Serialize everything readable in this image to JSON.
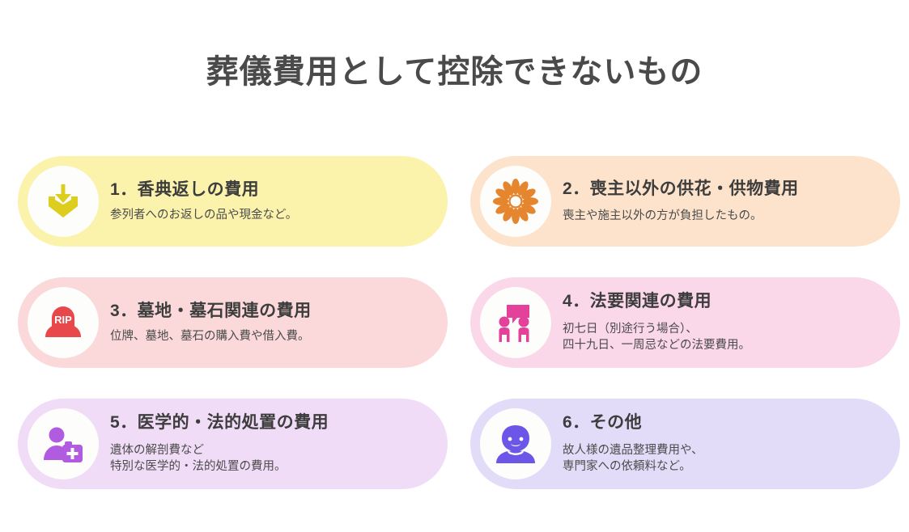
{
  "header": {
    "title": "葬儀費用として控除できないもの",
    "title_color": "#4a4a4a"
  },
  "cards": [
    {
      "number": "1.",
      "title": "1．香典返しの費用",
      "description": "参列者へのお返しの品や現金など。",
      "icon": "box-with-down-arrow-icon",
      "card_color": "#fbf2ac",
      "icon_color": "#ddcd1f",
      "badge_color": "#fdfdfb"
    },
    {
      "number": "2.",
      "title": "2．喪主以外の供花・供物費用",
      "description": "喪主や施主以外の方が負担したもの。",
      "icon": "chrysanthemum-flower-icon",
      "card_color": "#fde3cb",
      "icon_color": "#e5862f",
      "badge_color": "#fdfdfb"
    },
    {
      "number": "3.",
      "title": "3．墓地・墓石関連の費用",
      "description": "位牌、墓地、墓石の購入費や借入費。",
      "icon": "rip-tombstone-icon",
      "card_color": "#fbd8da",
      "icon_color": "#e8484c",
      "badge_color": "#fdfdfb"
    },
    {
      "number": "4.",
      "title": "4．法要関連の費用",
      "description": "初七日（別途行う場合）、\n四十九日、一周忌などの法要費用。",
      "icon": "two-people-speech-bubble-icon",
      "card_color": "#fbd7ea",
      "icon_color": "#e4419b",
      "badge_color": "#fdfdfb"
    },
    {
      "number": "5.",
      "title": "5．医学的・法的処置の費用",
      "description": "遺体の解剖費など\n特別な医学的・法的処置の費用。",
      "icon": "medical-person-kit-icon",
      "card_color": "#f0dcf7",
      "icon_color": "#b15be0",
      "badge_color": "#fdfdfb"
    },
    {
      "number": "6.",
      "title": "6．その他",
      "description": "故人様の遺品整理費用や、\n専門家への依頼料など。",
      "icon": "person-portrait-icon",
      "card_color": "#e2dcf9",
      "icon_color": "#6c56e8",
      "badge_color": "#fdfdfb"
    }
  ]
}
